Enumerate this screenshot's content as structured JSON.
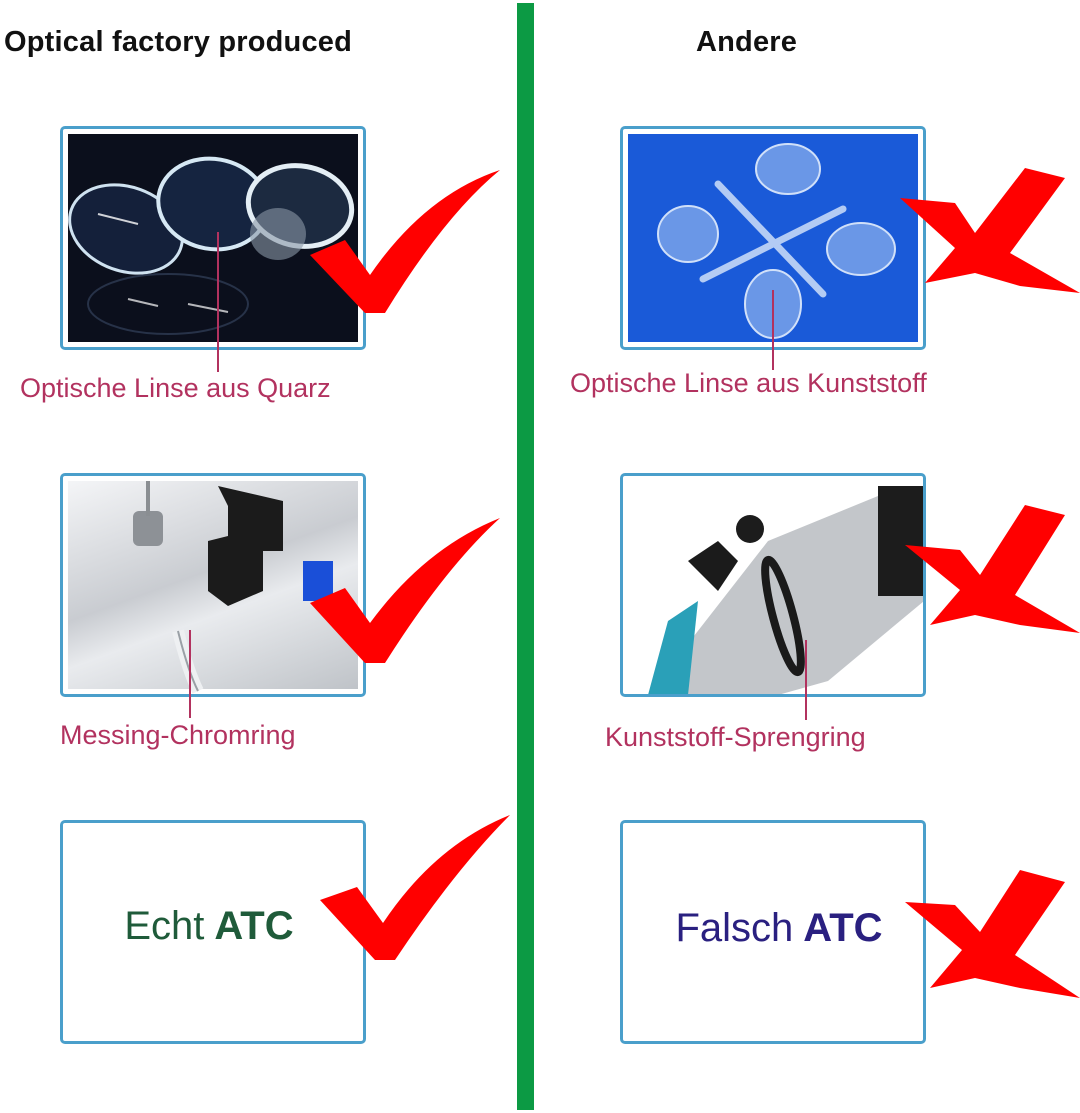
{
  "headings": {
    "left": "Optical factory produced",
    "right": "Andere"
  },
  "rows": [
    {
      "left": {
        "caption": "Optische Linse aus Quarz",
        "image": "quartz-lenses-photo",
        "mark": "check"
      },
      "right": {
        "caption": "Optische Linse aus Kunststoff",
        "image": "plastic-lenses-photo",
        "mark": "cross"
      }
    },
    {
      "left": {
        "caption": "Messing-Chromring",
        "image": "chrome-ring-refractometer-photo",
        "mark": "check"
      },
      "right": {
        "caption": "Kunststoff-Sprengring",
        "image": "plastic-ring-refractometer-photo",
        "mark": "cross"
      }
    },
    {
      "left": {
        "text_regular": "Echt",
        "text_bold": "ATC",
        "text_color": "#1f5b3a",
        "mark": "check"
      },
      "right": {
        "text_regular": "Falsch",
        "text_bold": "ATC",
        "text_color": "#2a2080",
        "mark": "cross"
      }
    }
  ],
  "colors": {
    "divider": "#0c9a44",
    "box_border": "#4a9fcb",
    "caption": "#b2325f",
    "mark": "#ff0000"
  }
}
